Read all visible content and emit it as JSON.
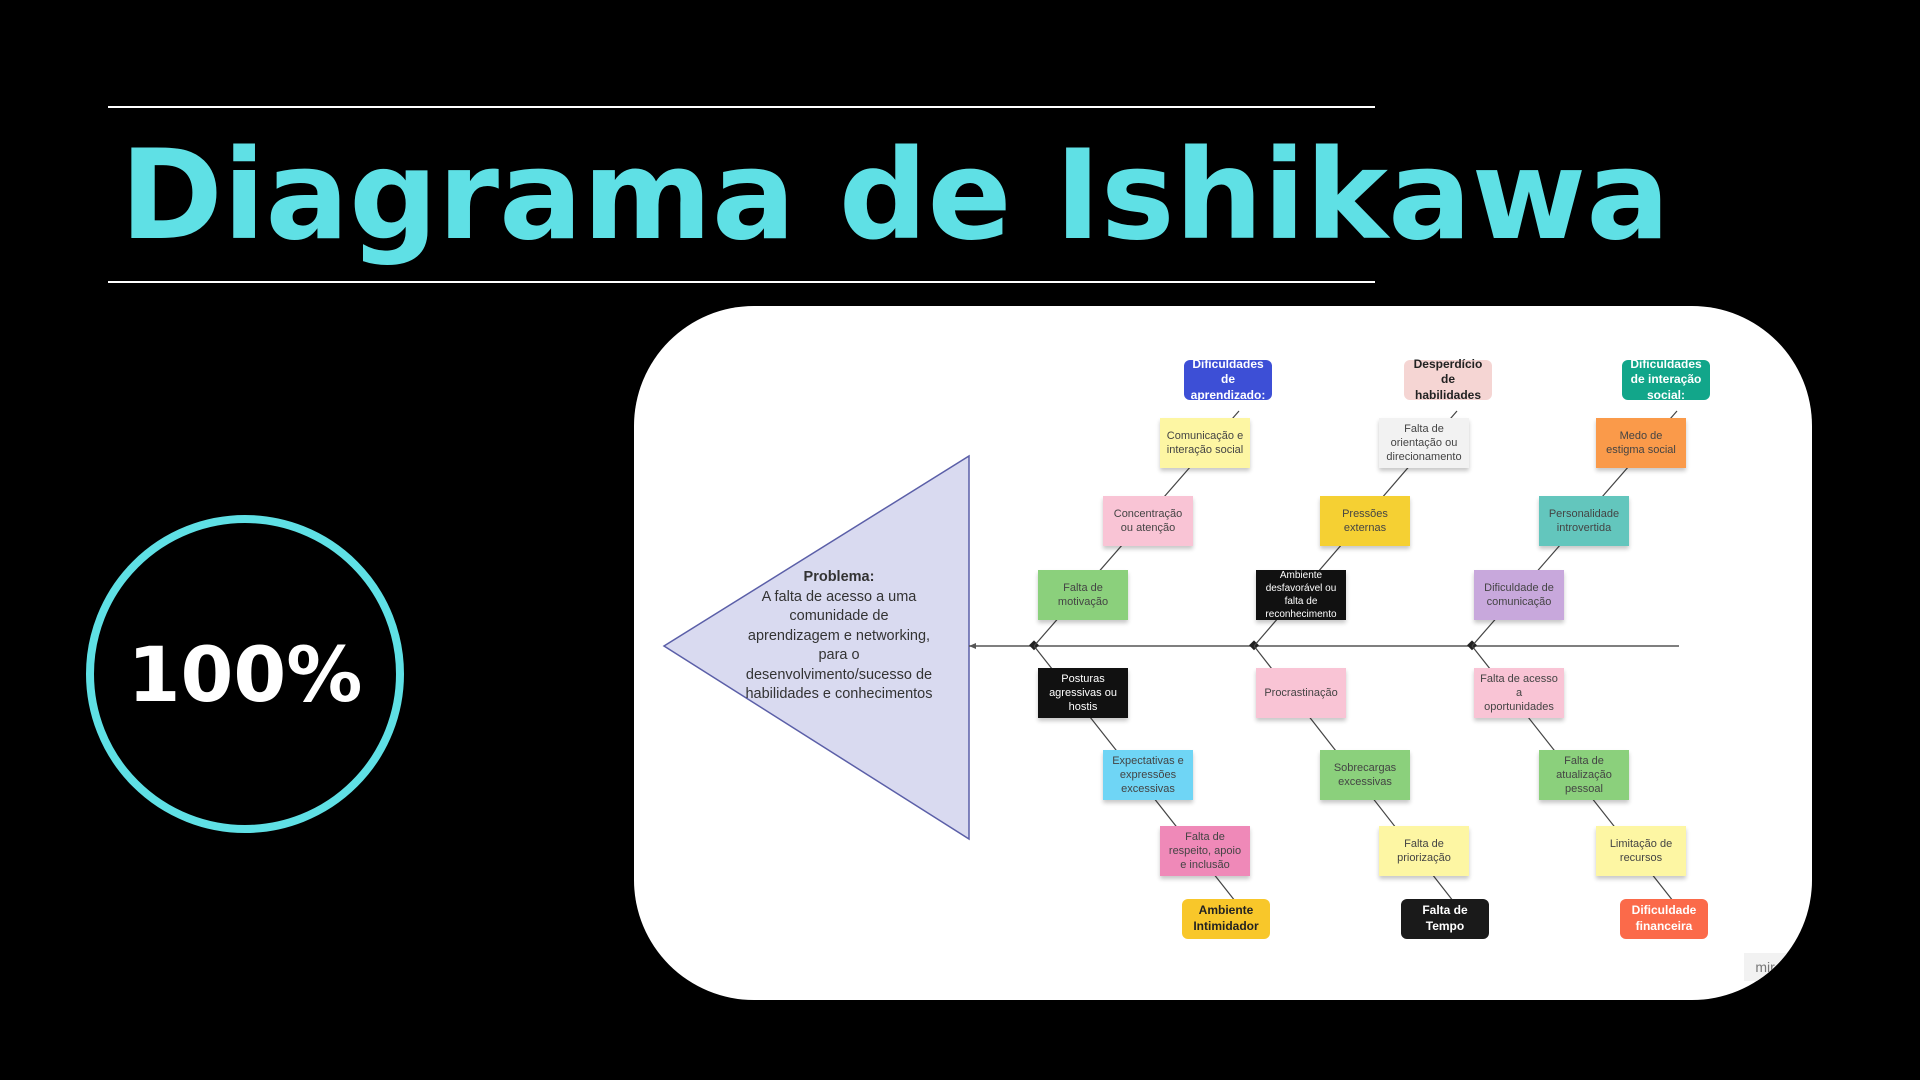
{
  "title": "Diagrama de Ishikawa",
  "progress_label": "100%",
  "watermark": "miro",
  "problem": {
    "heading": "Problema:",
    "text": "A falta de acesso a uma comunidade de aprendizagem e networking, para o desenvolvimento/sucesso de habilidades e conhecimentos"
  },
  "categories": [
    {
      "label": "Dificuldades de aprendizado:",
      "color": "#3d4fd6",
      "text_color": "#ffffff"
    },
    {
      "label": "Desperdício de habilidades",
      "color": "#f5d5d3",
      "text_color": "#222222"
    },
    {
      "label": "Dificuldades de interação social:",
      "color": "#12a68a",
      "text_color": "#ffffff"
    },
    {
      "label": "Ambiente Intimidador",
      "color": "#f8c72a",
      "text_color": "#222222"
    },
    {
      "label": "Falta de Tempo",
      "color": "#1a1a1a",
      "text_color": "#ffffff"
    },
    {
      "label": "Dificuldade financeira",
      "color": "#fb6a4a",
      "text_color": "#ffffff"
    }
  ],
  "notes": [
    {
      "text": "Comunicação e interação social",
      "color": "#fdf6a3"
    },
    {
      "text": "Concentração ou atenção",
      "color": "#f9c4d5"
    },
    {
      "text": "Falta de motivação",
      "color": "#8bd07c"
    },
    {
      "text": "Falta de orientação ou direcionamento",
      "color": "#f2f2f2"
    },
    {
      "text": "Pressões externas",
      "color": "#f5d033"
    },
    {
      "text": "Ambiente desfavorável ou falta de reconhecimento",
      "color": "#111111"
    },
    {
      "text": "Medo de estigma social",
      "color": "#fa9a4a"
    },
    {
      "text": "Personalidade introvertida",
      "color": "#63c6bd"
    },
    {
      "text": "Dificuldade de comunicação",
      "color": "#c8a8dc"
    },
    {
      "text": "Posturas agressivas ou hostis",
      "color": "#111111"
    },
    {
      "text": "Expectativas e expressões excessivas",
      "color": "#6fd5f5"
    },
    {
      "text": "Falta de respeito, apoio e inclusão",
      "color": "#ef89b8"
    },
    {
      "text": "Procrastinação",
      "color": "#f9c4d5"
    },
    {
      "text": "Sobrecargas excessivas",
      "color": "#8bd07c"
    },
    {
      "text": "Falta de priorização",
      "color": "#fdf6a3"
    },
    {
      "text": "Falta de acesso a oportunidades",
      "color": "#f9c4d5"
    },
    {
      "text": "Falta de atualização pessoal",
      "color": "#8bd07c"
    },
    {
      "text": "Limitação de recursos",
      "color": "#fdf6a3"
    }
  ],
  "colors": {
    "accent": "#5fe0e5",
    "triangle_fill": "#d9daf0",
    "triangle_stroke": "#5b5fa8"
  }
}
